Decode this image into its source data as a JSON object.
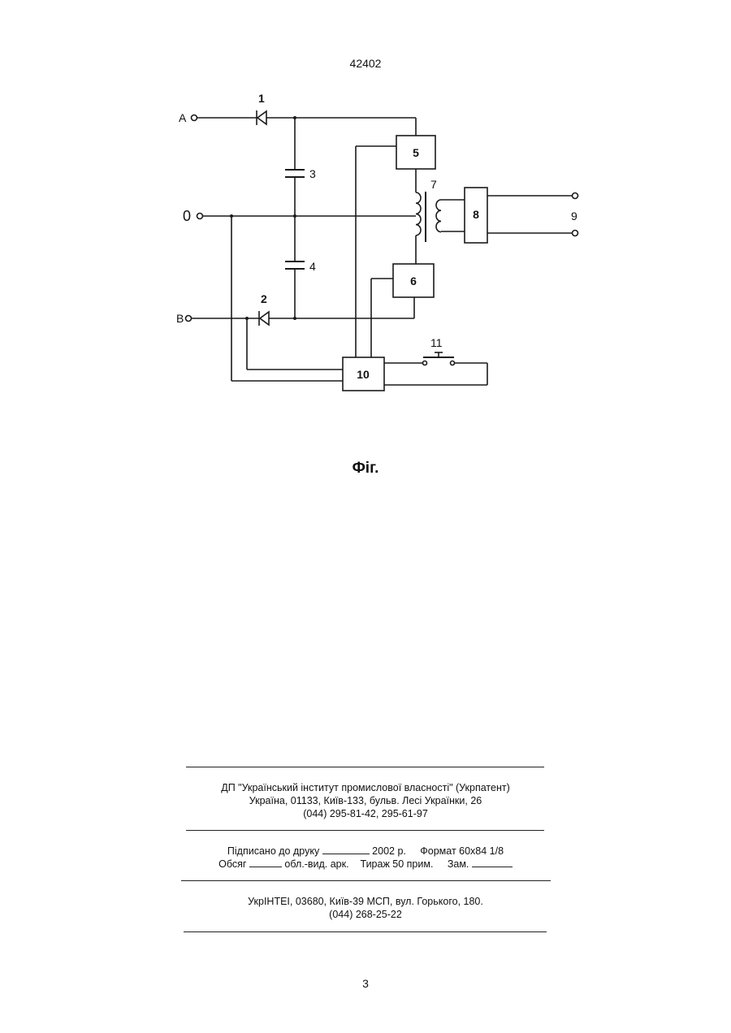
{
  "document": {
    "number": "42402",
    "figure_caption": "Фіг.",
    "page_number": "3"
  },
  "schematic": {
    "terminals": {
      "a": "А",
      "zero": "0",
      "b": "В",
      "output": "9"
    },
    "components": {
      "diode_1": "1",
      "diode_2": "2",
      "capacitor_3": "3",
      "capacitor_4": "4",
      "block_5": "5",
      "block_6": "6",
      "transformer_7": "7",
      "block_8": "8",
      "block_10": "10",
      "switch_11": "11"
    }
  },
  "imprint": {
    "publisher_line1": "ДП \"Український інститут промислової власності\" (Укрпатент)",
    "publisher_line2": "Україна, 01133, Київ-133, бульв. Лесі Українки, 26",
    "publisher_line3": "(044) 295-81-42, 295-61-97",
    "signed_prefix": "Підписано до друку",
    "signed_year": "2002 р.",
    "format": "Формат 60х84 1/8",
    "volume_prefix": "Обсяг",
    "volume_unit": "обл.-вид. арк.",
    "circulation": "Тираж 50 прим.",
    "order_prefix": "Зам.",
    "printer_line1": "УкрІНТЕІ, 03680, Київ-39 МСП, вул. Горького, 180.",
    "printer_line2": "(044) 268-25-22"
  }
}
